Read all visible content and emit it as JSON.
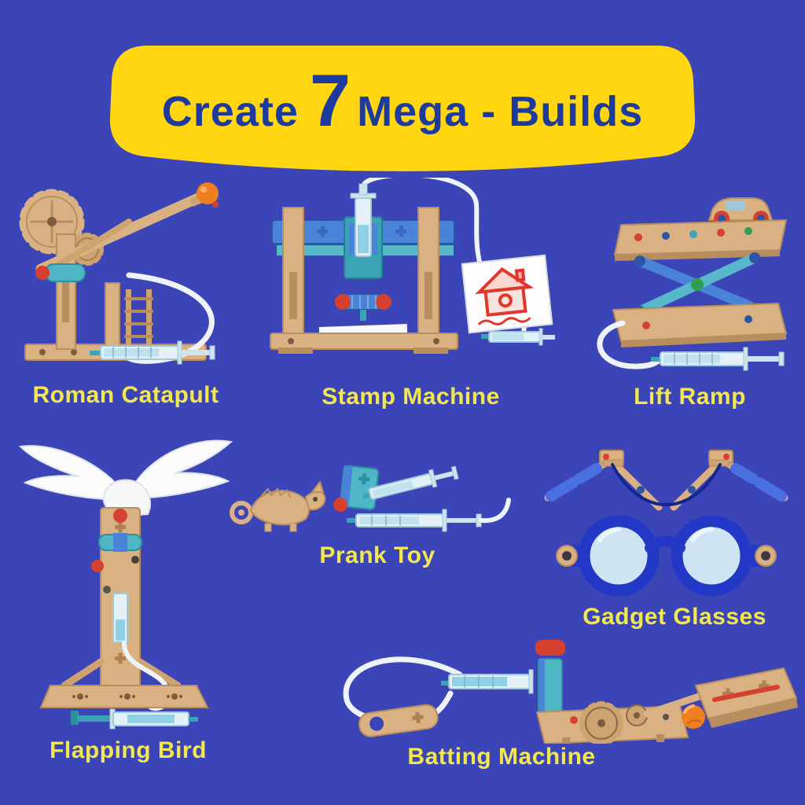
{
  "colors": {
    "background": "#3b45b8",
    "banner": "#ffd60f",
    "title": "#1d3b9e",
    "label": "#f2e74e"
  },
  "banner": {
    "title_prefix": "Create",
    "title_number": "7",
    "title_suffix": "Mega - Builds"
  },
  "items": [
    {
      "name": "roman-catapult",
      "label": "Roman Catapult"
    },
    {
      "name": "stamp-machine",
      "label": "Stamp Machine"
    },
    {
      "name": "lift-ramp",
      "label": "Lift Ramp"
    },
    {
      "name": "flapping-bird",
      "label": "Flapping Bird"
    },
    {
      "name": "prank-toy",
      "label": "Prank Toy"
    },
    {
      "name": "gadget-glasses",
      "label": "Gadget Glasses"
    },
    {
      "name": "batting-machine",
      "label": "Batting Machine"
    }
  ]
}
